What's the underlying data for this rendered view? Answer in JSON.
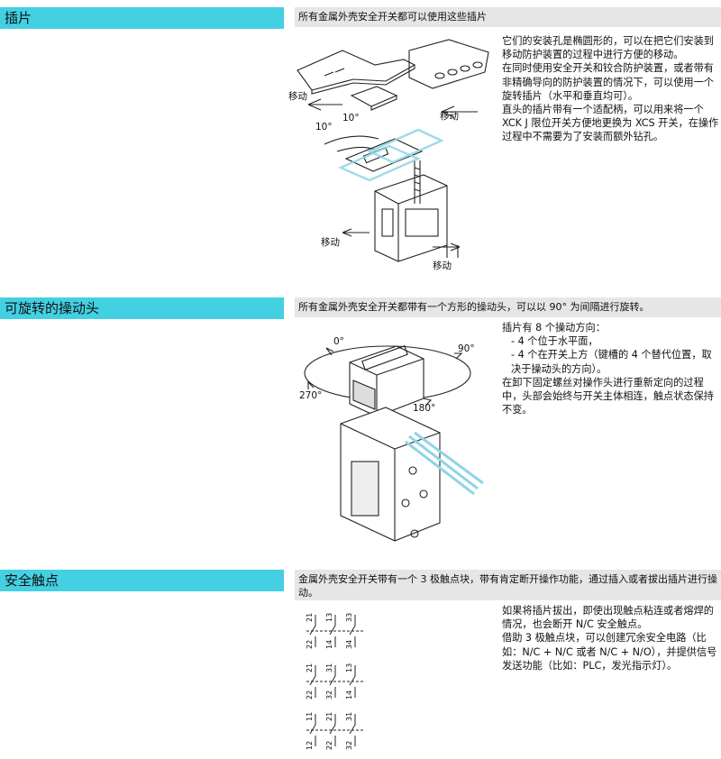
{
  "sections": [
    {
      "title": "插片",
      "bar": "所有金属外壳安全开关都可以使用这些插片",
      "paragraphs": [
        "它们的安装孔是椭圆形的，可以在把它们安装到移动防护装置的过程中进行方便的移动。",
        "在同时使用安全开关和铰合防护装置，或者带有非精确导向的防护装置的情况下，可以使用一个旋转插片（水平和垂直均可）。",
        "直头的插片带有一个适配柄，可以用来将一个 XCK J 限位开关方便地更换为 XCS 开关，在操作过程中不需要为了安装而额外钻孔。"
      ],
      "figure_labels": [
        "移动",
        "移动",
        "10°",
        "10°",
        "移动",
        "移动"
      ]
    },
    {
      "title": "可旋转的操动头",
      "bar": "所有金属外壳安全开关都带有一个方形的操动头，可以以 90° 为间隔进行旋转。",
      "list_intro": "插片有 8 个操动方向：",
      "list_items": [
        "- 4 个位于水平面，",
        "- 4 个在开关上方（键槽的 4 个替代位置，取决于操动头的方向）。"
      ],
      "paragraph": "在卸下固定螺丝对操作头进行重新定向的过程中，头部会始终与开关主体相连，触点状态保持不变。",
      "angles": [
        "0°",
        "90°",
        "270°",
        "180°"
      ]
    },
    {
      "title": "安全触点",
      "bar": "金属外壳安全开关带有一个 3 极触点块，带有肯定断开操作功能，通过插入或者拔出插片进行操动。",
      "paragraphs": [
        "如果将插片拔出，即使出现触点粘连或者熔焊的情况，也会断开 N/C 安全触点。",
        "借助 3 极触点块，可以创建冗余安全电路（比如：N/C + N/C 或者 N/C + N/O），并提供信号发送功能（比如：PLC，发光指示灯）。"
      ],
      "contact_diagrams": [
        {
          "top": [
            "21",
            "13",
            "33"
          ],
          "bottom": [
            "22",
            "14",
            "34"
          ]
        },
        {
          "top": [
            "21",
            "31",
            "13"
          ],
          "bottom": [
            "22",
            "32",
            "14"
          ]
        },
        {
          "top": [
            "11",
            "21",
            "31"
          ],
          "bottom": [
            "12",
            "22",
            "32"
          ]
        }
      ]
    }
  ]
}
